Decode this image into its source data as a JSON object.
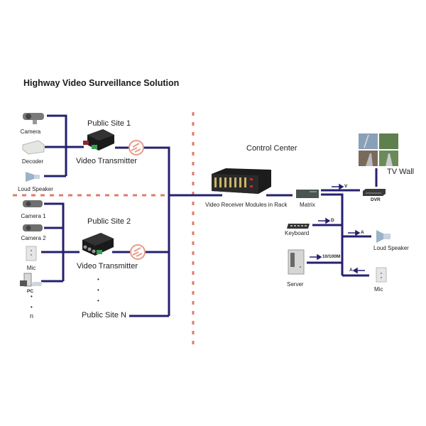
{
  "title": "Highway Video Surveillance Solution",
  "colors": {
    "wire": "#25206e",
    "divider": "#e07a6a",
    "fiber_icon": "#e89a88"
  },
  "site1": {
    "name": "Public Site 1",
    "transmitter": "Video Transmitter",
    "devices": [
      "Camera",
      "Decoder",
      "Loud Speaker"
    ]
  },
  "site2": {
    "name": "Public Site 2",
    "transmitter": "Video Transmitter",
    "devices": [
      "Camera 1",
      "Camera 2",
      "Mic",
      "PC"
    ],
    "ellipsis_end": "n"
  },
  "siteN": {
    "name": "Public Site N"
  },
  "control": {
    "title": "Control Center",
    "rack": "Video Receiver Modules in Rack",
    "matrix": "Matrix",
    "dvr": "DVR",
    "tv_wall": "TV Wall",
    "keyboard": "Keyboard",
    "server": "Server",
    "loud_speaker": "Loud Speaker",
    "mic": "Mic"
  },
  "signals": {
    "video": "V",
    "data": "D",
    "audio_out": "A",
    "ethernet": "10/100M",
    "audio_in": "A"
  }
}
